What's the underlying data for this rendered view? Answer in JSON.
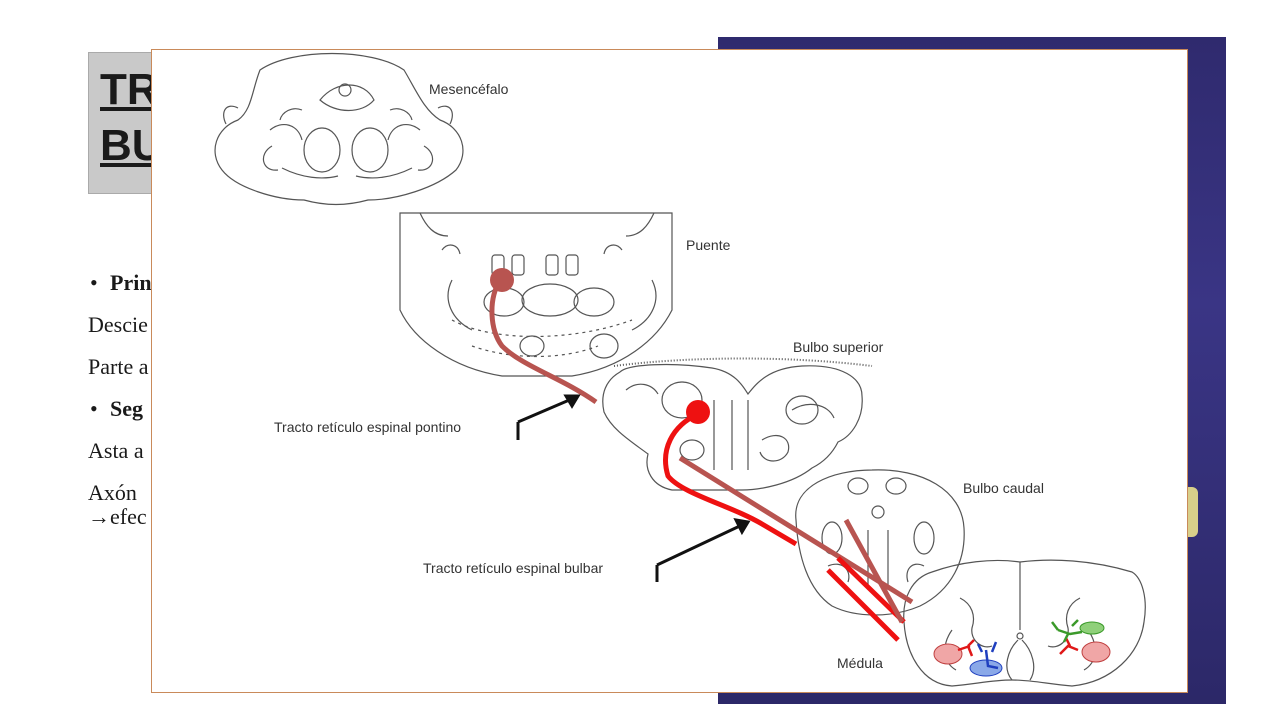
{
  "slide": {
    "title_line1": "TR",
    "title_line2": "BU",
    "bullets": [
      {
        "text": "Prin",
        "bold": true,
        "bullet": true
      },
      {
        "text": "Descie",
        "bold": false,
        "bullet": false
      },
      {
        "text": "Parte a",
        "bold": false,
        "bullet": false
      },
      {
        "text": "Seg",
        "bold": true,
        "bullet": true
      },
      {
        "text": "Asta a",
        "bold": false,
        "bullet": false
      },
      {
        "text": "Axón",
        "bold": false,
        "bullet": false
      },
      {
        "text": "→efec",
        "bold": false,
        "bullet": false
      }
    ]
  },
  "figure": {
    "labels": {
      "mesencefalo": "Mesencéfalo",
      "puente": "Puente",
      "bulbo_superior": "Bulbo superior",
      "bulbo_caudal": "Bulbo caudal",
      "medula": "Médula",
      "tracto_pontino": "Tracto retículo espinal pontino",
      "tracto_bulbar": "Tracto retículo espinal bulbar"
    },
    "colors": {
      "pontine_tract": "#b85450",
      "bulbar_tract": "#ee1111",
      "motor_blue": "#1f3fbf",
      "green": "#3b9a2a",
      "panel_bg": "#2f2a6e"
    }
  }
}
